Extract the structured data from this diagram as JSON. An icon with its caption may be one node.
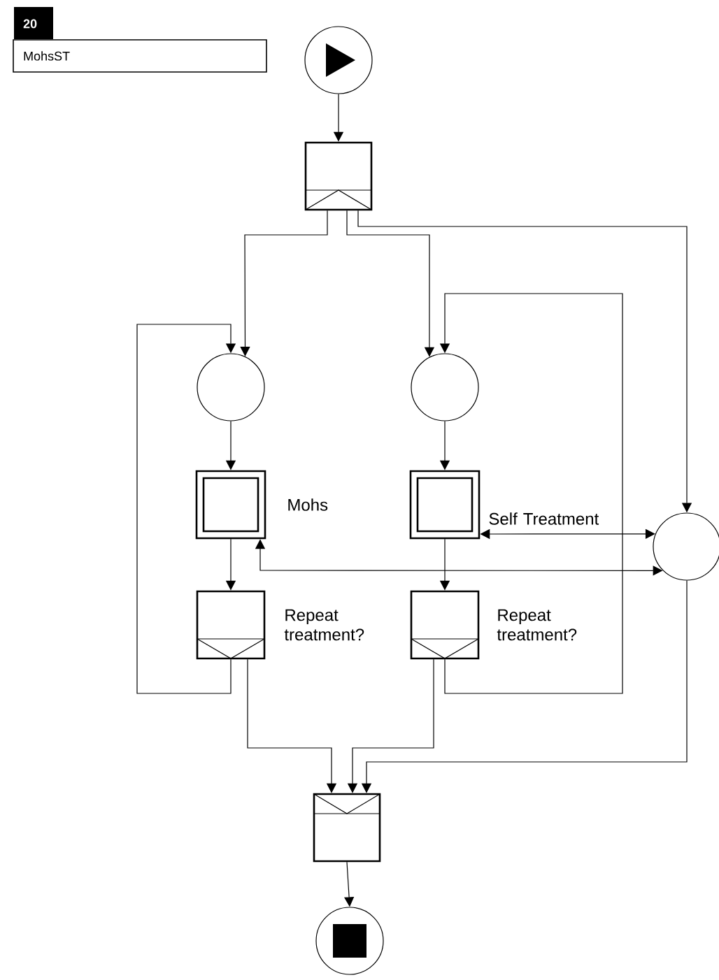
{
  "diagram": {
    "nodes": [
      {
        "text": [
          "20",
          "MohsST"
        ]
      },
      {
        "text": [],
        "shape": "circle"
      },
      {
        "text": [],
        "shape": "box"
      },
      {
        "text": [],
        "shape": "circle"
      },
      {
        "text": [],
        "shape": "circle"
      },
      {
        "text": [],
        "shape": "box",
        "beside": [
          "Mohs"
        ]
      },
      {
        "text": [],
        "shape": "box",
        "beside": [
          "Self Treatment"
        ]
      },
      {
        "text": [],
        "shape": "circle"
      },
      {
        "text": [],
        "shape": "box",
        "beside": [
          "Repeat treatment?"
        ]
      },
      {
        "text": [],
        "shape": "box",
        "beside": [
          "Repeat treatment?"
        ]
      },
      {
        "text": [],
        "shape": "box"
      },
      {
        "text": [],
        "shape": "circle"
      }
    ],
    "edges": [
      {
        "from": 1,
        "to": 2,
        "arrow": "to"
      },
      {
        "from": 2,
        "to": 3,
        "arrow": "to"
      },
      {
        "from": 2,
        "to": 4,
        "arrow": "to"
      },
      {
        "from": 2,
        "to": 7,
        "arrow": "to"
      },
      {
        "from": 3,
        "to": 5,
        "arrow": "to"
      },
      {
        "from": 4,
        "to": 6,
        "arrow": "to"
      },
      {
        "from": 5,
        "to": 8,
        "arrow": "to"
      },
      {
        "from": 6,
        "to": 9,
        "arrow": "to"
      },
      {
        "from": 8,
        "to": 3,
        "arrow": "to"
      },
      {
        "from": 9,
        "to": 4,
        "arrow": "to"
      },
      {
        "from": 6,
        "to": 7,
        "arrow": "both"
      },
      {
        "from": 7,
        "to": 5,
        "arrow": "both"
      },
      {
        "from": 8,
        "to": 10,
        "arrow": "to"
      },
      {
        "from": 9,
        "to": 10,
        "arrow": "to"
      },
      {
        "from": 7,
        "to": 10,
        "arrow": "to"
      },
      {
        "from": 10,
        "to": 11,
        "arrow": "to"
      }
    ]
  }
}
